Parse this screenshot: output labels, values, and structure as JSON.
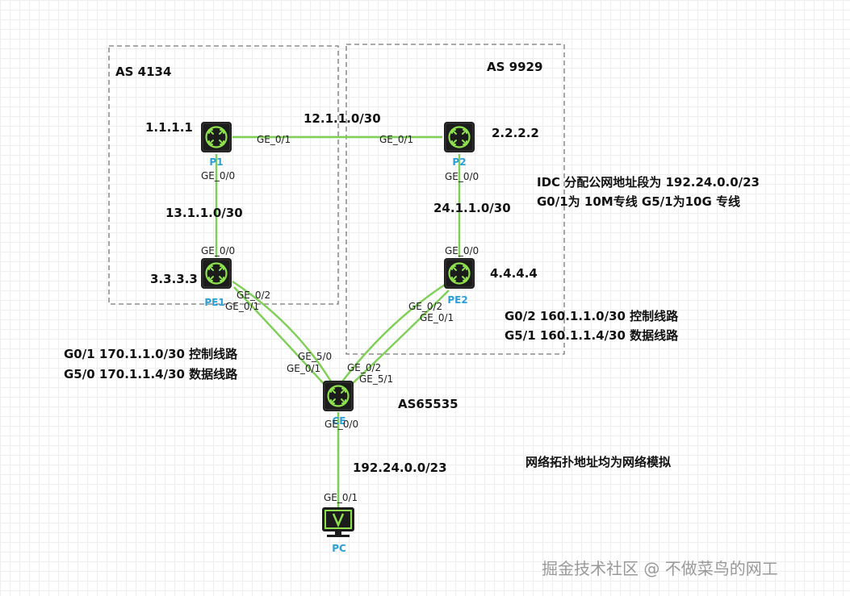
{
  "as_areas": [
    {
      "label": "AS 4134"
    },
    {
      "label": "AS 9929"
    }
  ],
  "nodes": {
    "p1": {
      "label": "P1",
      "router_id": "1.1.1.1",
      "icon": "router-icon"
    },
    "p2": {
      "label": "P2",
      "router_id": "2.2.2.2",
      "icon": "router-icon"
    },
    "pe1": {
      "label": "PE1",
      "router_id": "3.3.3.3",
      "icon": "router-icon"
    },
    "pe2": {
      "label": "PE2",
      "router_id": "4.4.4.4",
      "icon": "router-icon"
    },
    "ce": {
      "label": "CE",
      "as": "AS65535",
      "icon": "router-icon"
    },
    "pc": {
      "label": "PC",
      "icon": "pc-icon"
    }
  },
  "ports": {
    "p1_p2_a": "GE_0/1",
    "p1_p2_b": "GE_0/1",
    "p1_down": "GE_0/0",
    "pe1_up": "GE_0/0",
    "p2_down": "GE_0/0",
    "pe2_up": "GE_0/0",
    "pe1_ge02": "GE_0/2",
    "pe1_ge01": "GE_0/1",
    "pe2_ge02": "GE_0/2",
    "pe2_ge01": "GE_0/1",
    "ce_ge50": "GE_5/0",
    "ce_ge01": "GE_0/1",
    "ce_ge02": "GE_0/2",
    "ce_ge51": "GE_5/1",
    "ce_ge00": "GE_0/0",
    "pc_ge01": "GE_0/1"
  },
  "subnets": {
    "p1_p2": "12.1.1.0/30",
    "p1_pe1": "13.1.1.0/30",
    "p2_pe2": "24.1.1.0/30",
    "ce_pc": "192.24.0.0/23"
  },
  "annotations": {
    "idc_line1": "IDC 分配公网地址段为 192.24.0.0/23",
    "idc_line2": "G0/1为 10M专线  G5/1为10G 专线",
    "pe2_line1": "G0/2 160.1.1.0/30 控制线路",
    "pe2_line2": "G5/1 160.1.1.4/30 数据线路",
    "pe1_line1": "G0/1 170.1.1.0/30 控制线路",
    "pe1_line2": "G5/0 170.1.1.4/30 数据线路",
    "note": "网络拓扑地址均为网络模拟"
  },
  "watermark": "掘金技术社区 @ 不做菜鸟的网工",
  "colors": {
    "link": "#80cf59",
    "router_body": "#1c1c1c",
    "router_glyph": "#8ee04d",
    "node_label": "#2a9fd8"
  }
}
